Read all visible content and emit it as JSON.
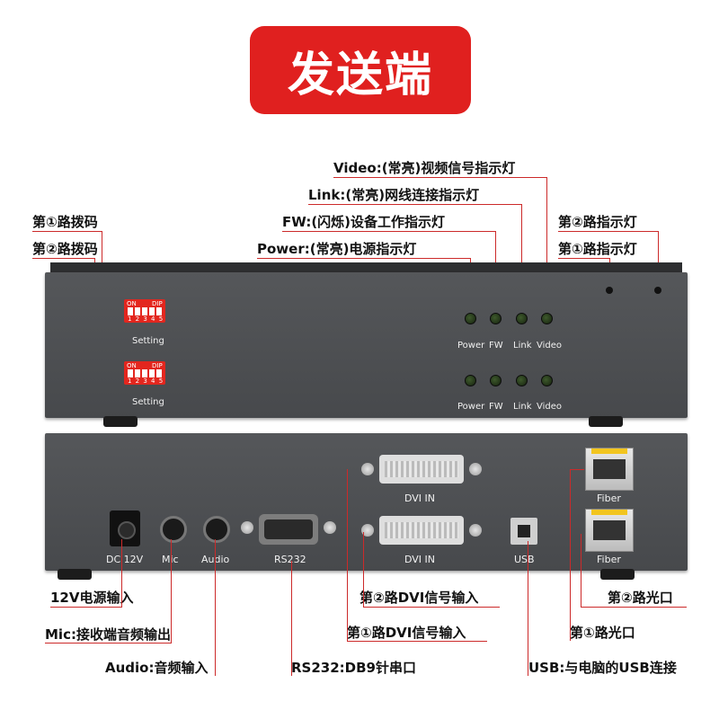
{
  "title": "发送端",
  "callouts": {
    "video": "Video:(常亮)视频信号指示灯",
    "link": "Link:(常亮)网线连接指示灯",
    "fw": "FW:(闪烁)设备工作指示灯",
    "power": "Power:(常亮)电源指示灯",
    "dip1": "第①路拨码",
    "dip2": "第②路拨码",
    "ind2": "第②路指示灯",
    "ind1": "第①路指示灯",
    "dc": "12V电源输入",
    "mic": "Mic:接收端音频输出",
    "audio": "Audio:音频输入",
    "rs232": "RS232:DB9针串口",
    "dvi2": "第②路DVI信号输入",
    "dvi1": "第①路DVI信号输入",
    "usb": "USB:与电脑的USB连接",
    "fiber2": "第②路光口",
    "fiber1": "第①路光口"
  },
  "front": {
    "dip_on": "ON",
    "dip_dip": "DIP",
    "dip_numbers": "1 2 3 4 5",
    "setting": "Setting",
    "led_labels": [
      "Power",
      "FW",
      "Link",
      "Video"
    ]
  },
  "back": {
    "dc": "DC 12V",
    "mic": "Mic",
    "audio": "Audio",
    "rs232": "RS232",
    "dvi": "DVI IN",
    "usb": "USB",
    "fiber": "Fiber"
  },
  "colors": {
    "accent": "#e0201f",
    "panel": "#4a4c4f",
    "line": "#cc2a2a"
  }
}
